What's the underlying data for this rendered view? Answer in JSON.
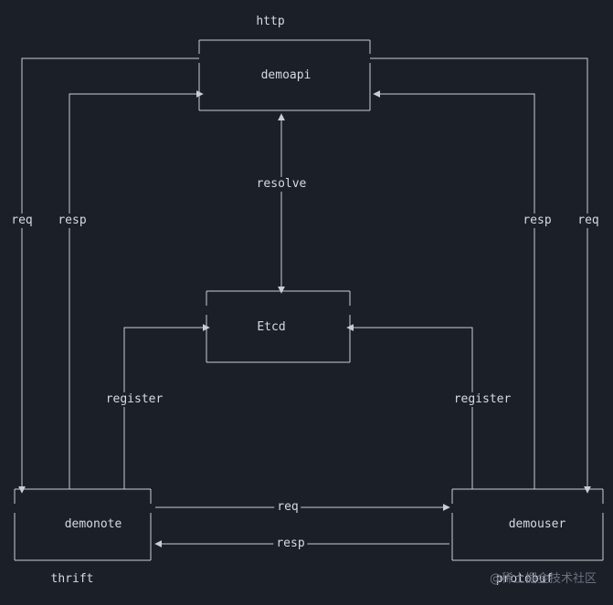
{
  "nodes": {
    "demoapi": "demoapi",
    "etcd": "Etcd",
    "demonote": "demonote",
    "demouser": "demouser"
  },
  "protocols": {
    "top": "http",
    "left": "thrift",
    "right": "protobuf"
  },
  "edges": {
    "resolve": "resolve",
    "req_left": "req",
    "resp_left": "resp",
    "resp_right": "resp",
    "req_right": "req",
    "register_left": "register",
    "register_right": "register",
    "req_middle": "req",
    "resp_middle": "resp"
  },
  "watermark": "@稀土掘金技术社区",
  "colors": {
    "background": "#1b1f27",
    "line": "#c9ced6",
    "text": "#d6dbe2"
  }
}
